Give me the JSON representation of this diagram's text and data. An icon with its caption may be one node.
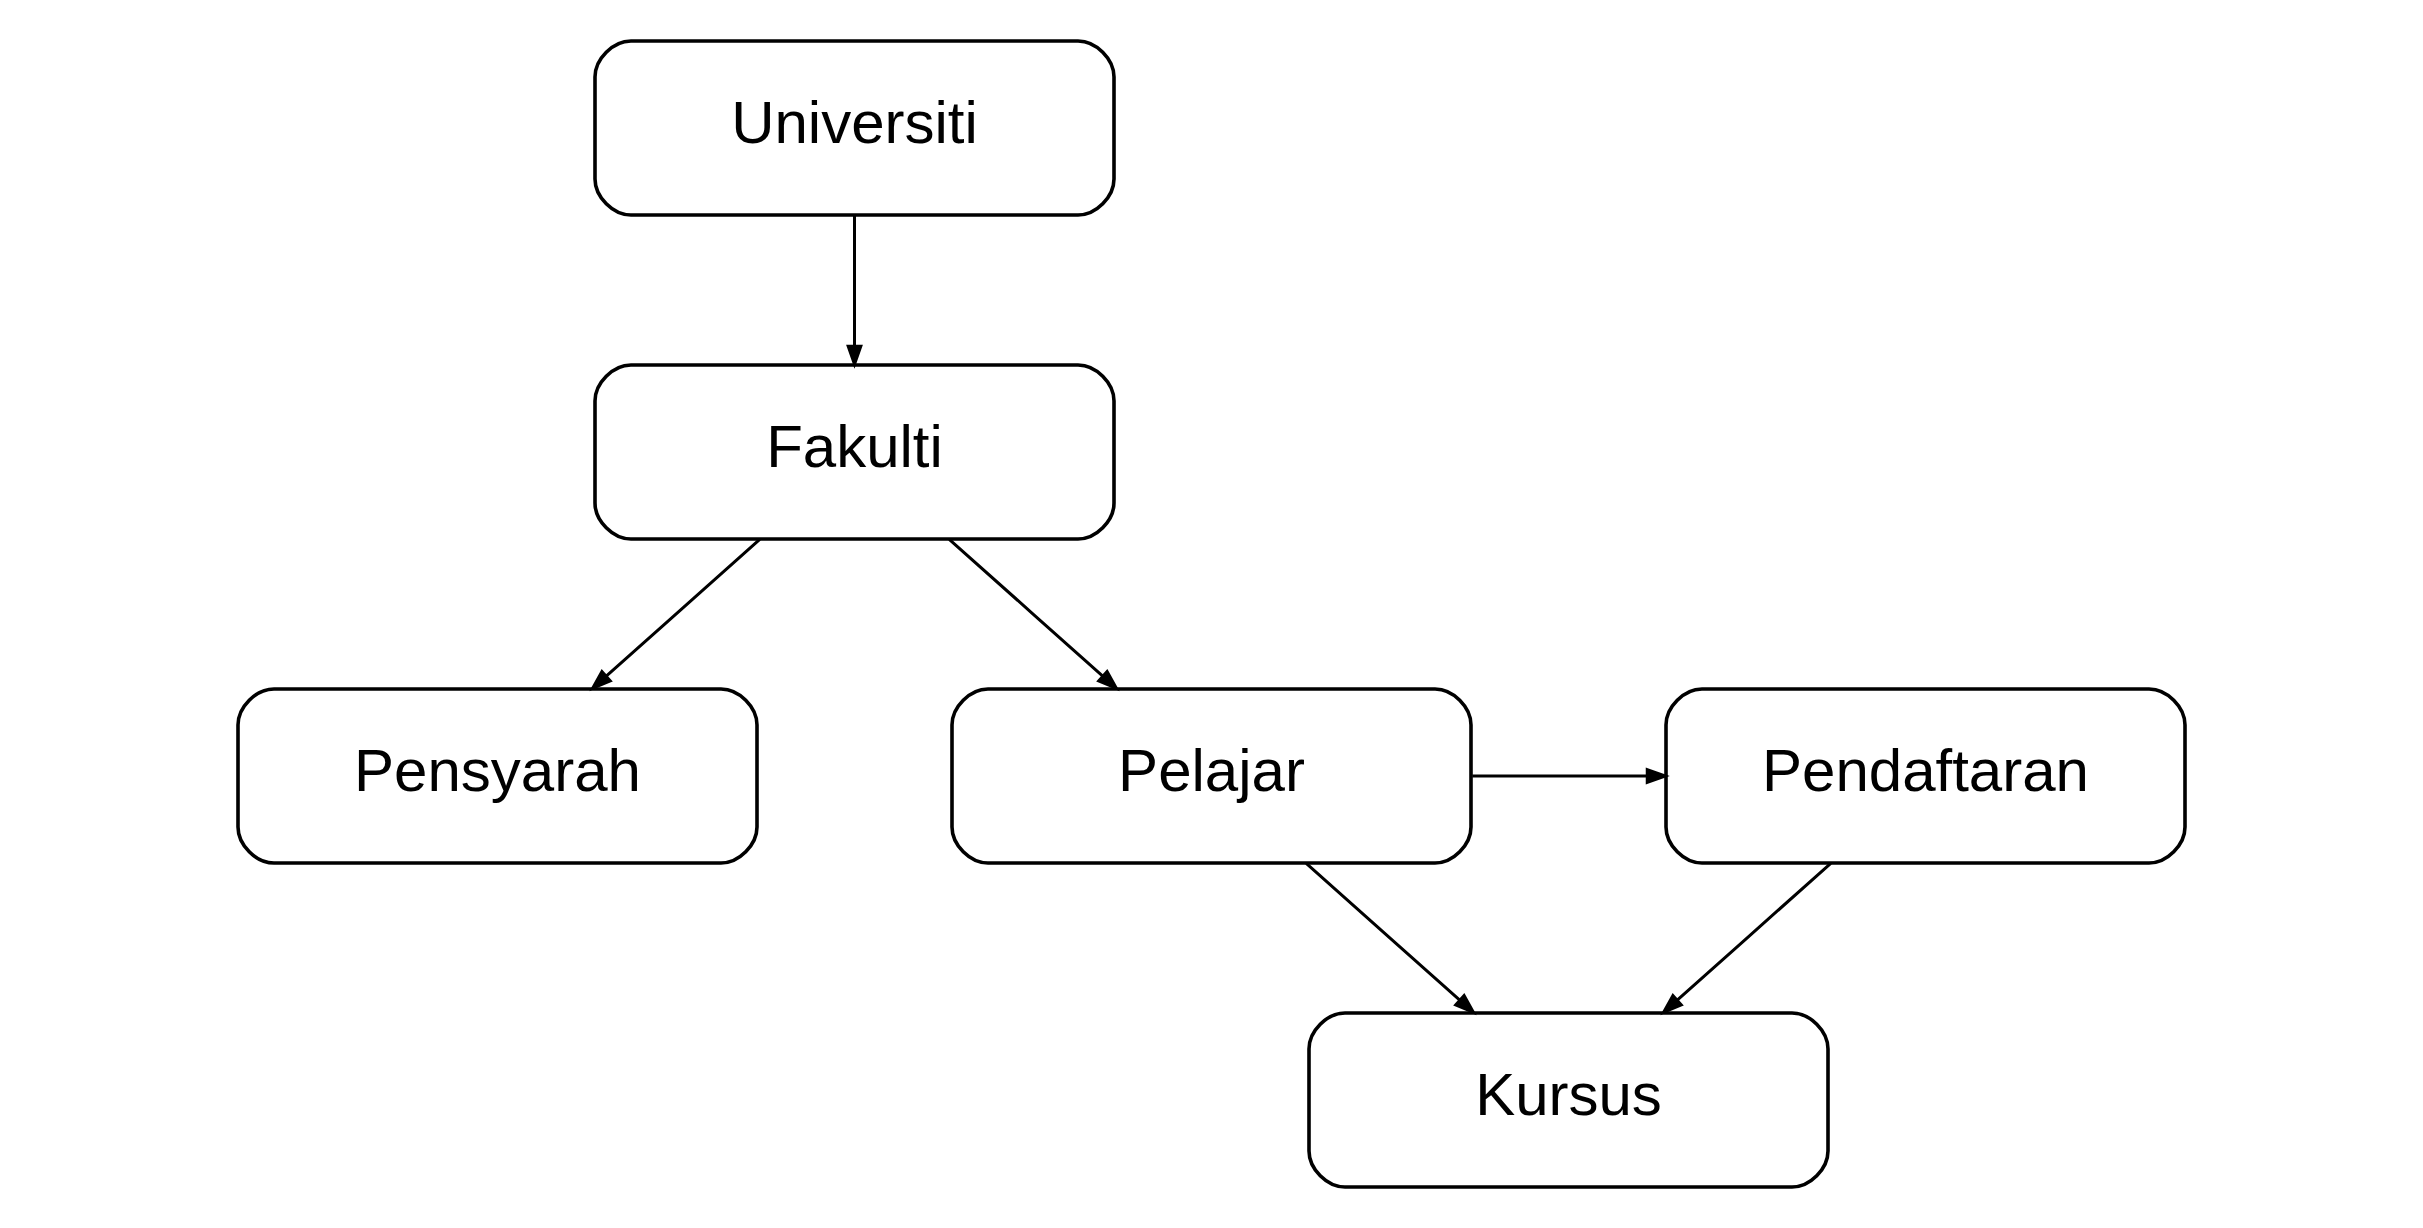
{
  "diagram": {
    "nodes": [
      {
        "text": [
          "Universiti"
        ]
      },
      {
        "text": [
          "Fakulti"
        ]
      },
      {
        "text": [
          "Pensyarah"
        ]
      },
      {
        "text": [
          "Pelajar"
        ]
      },
      {
        "text": [
          "Pendaftaran"
        ]
      },
      {
        "text": [
          "Kursus"
        ]
      }
    ],
    "edges": [
      {
        "from": 0,
        "to": 1,
        "arrow": "to"
      },
      {
        "from": 1,
        "to": 2,
        "arrow": "to"
      },
      {
        "from": 1,
        "to": 3,
        "arrow": "to"
      },
      {
        "from": 3,
        "to": 4,
        "arrow": "to"
      },
      {
        "from": 3,
        "to": 5,
        "arrow": "to"
      },
      {
        "from": 4,
        "to": 5,
        "arrow": "to"
      }
    ]
  }
}
